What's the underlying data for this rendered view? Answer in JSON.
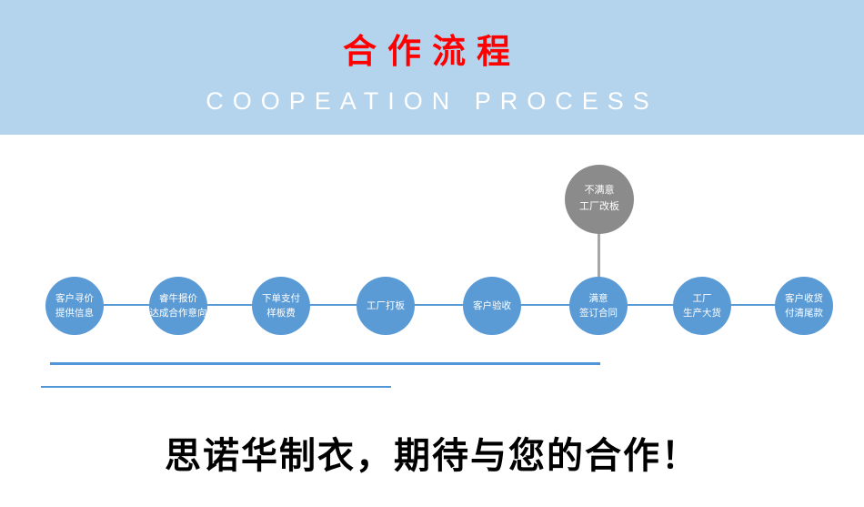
{
  "banner": {
    "title": "合作流程",
    "subtitle": "COOPEATION PROCESS",
    "bg_color": "#b4d3ec",
    "title_color": "#fe0000",
    "subtitle_color": "#ffffff"
  },
  "flow": {
    "circle_color": "#5b9bd5",
    "branch_circle_color": "#8b8b8b",
    "connector_color": "#5b9bd5",
    "steps": [
      {
        "line1": "客户寻价",
        "line2": "提供信息"
      },
      {
        "line1": "睿牛报价",
        "line2": "达成合作意向"
      },
      {
        "line1": "下单支付",
        "line2": "样板费"
      },
      {
        "line1": "工厂打板",
        "line2": ""
      },
      {
        "line1": "客户验收",
        "line2": ""
      },
      {
        "line1": "满意",
        "line2": "签订合同"
      },
      {
        "line1": "工厂",
        "line2": "生产大货"
      },
      {
        "line1": "客户收货",
        "line2": "付清尾款"
      }
    ],
    "branch": {
      "line1": "不满意",
      "line2": "工厂改板"
    }
  },
  "footer": {
    "slogan": "思诺华制衣，期待与您的合作！"
  },
  "decor": {
    "underline_color": "#4f96d8"
  }
}
